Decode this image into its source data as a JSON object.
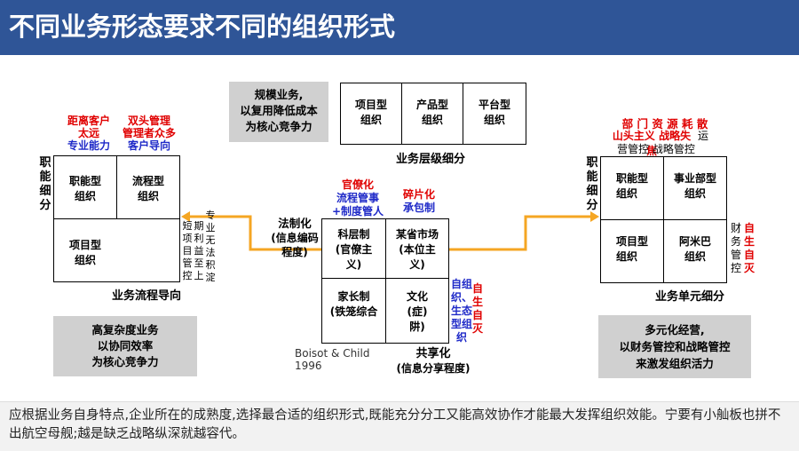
{
  "title": "不同业务形态要求不同的组织形式",
  "left": {
    "red_top1": "距离客户",
    "red_top2": "太远",
    "blue_top1": "专业能力",
    "red_top3": "双头管理",
    "red_top4": "管理者众多",
    "blue_top2": "客户导向",
    "y_axis": "职能细分",
    "x_axis": "业务流程导向",
    "cell_functional": [
      "职能型",
      "组织"
    ],
    "cell_process": [
      "流程型",
      "组织"
    ],
    "cell_project": [
      "项目型",
      "组织"
    ],
    "side_note_col1": "短项目管控",
    "side_note_col2": "期利益至上",
    "side_note_col3": "专业无法积淀",
    "gray_box": [
      "高复杂度业务",
      "以协同效率",
      "为核心竞争力"
    ]
  },
  "top": {
    "gray_box": [
      "规模业务,",
      "以复用降低成本",
      "为核心竞争力"
    ],
    "cells": [
      [
        "项目型",
        "组织"
      ],
      [
        "产品型",
        "组织"
      ],
      [
        "平台型",
        "组织"
      ]
    ],
    "caption": "业务层级细分"
  },
  "center": {
    "red_a": "官僚化",
    "blue_a1": "流程管事",
    "blue_a2": "+制度管人",
    "red_b": "碎片化",
    "blue_b": "承包制",
    "left_label": [
      "法制化",
      "(信息编码",
      "程度)"
    ],
    "cell_tl": [
      "科层制",
      "(官僚主",
      "义)"
    ],
    "cell_tr": [
      "某省市场",
      "(本位主",
      "义)"
    ],
    "cell_bl": [
      "家长制",
      "(铁笼综合"
    ],
    "cell_br": [
      "文化",
      "(症)",
      "阱)"
    ],
    "blue_side": [
      "自组",
      "织、",
      "生态",
      "型组",
      "织"
    ],
    "red_side": [
      "自",
      "生",
      "自",
      "灭"
    ],
    "citation": [
      "Boisot & Child",
      "1996"
    ],
    "bottom_label": [
      "共享化",
      "(信息分享程度)"
    ]
  },
  "right": {
    "red_top": "部 门 资 源 耗 散",
    "red_top2": "山头主义 战略失焦",
    "blue_small": "运",
    "caption_top2": "营管控 战略管控",
    "y_axis": "职能细分",
    "x_axis": "业务单元细分",
    "cell_functional": [
      "职能型",
      "组织"
    ],
    "cell_division": [
      "事业部型",
      "组织"
    ],
    "cell_project": [
      "项目型",
      "组织"
    ],
    "cell_amoeba": [
      "阿米巴",
      "组织"
    ],
    "side_black": [
      "财",
      "务",
      "管",
      "控"
    ],
    "side_red": [
      "自",
      "生",
      "自",
      "灭"
    ],
    "gray_box": [
      "多元化经营,",
      "以财务管控和战略管控",
      "来激发组织活力"
    ]
  },
  "footer": "应根据业务自身特点,企业所在的成熟度,选择最合适的组织形式,既能充分分工又能高效协作才能最大发挥组织效能。宁要有小舢板也拼不出航空母舰;越是缺乏战略纵深就越容代。",
  "colors": {
    "header": "#2f5597",
    "arrow": "#f5a623",
    "red": "#e00000",
    "blue": "#1f2ac8",
    "gray": "#d0d0d0"
  }
}
